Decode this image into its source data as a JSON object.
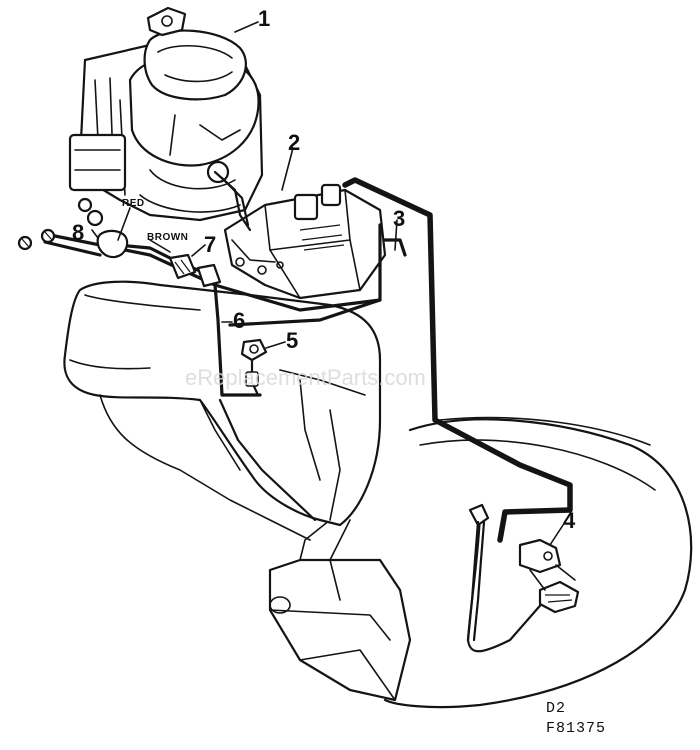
{
  "callouts": {
    "c1": "1",
    "c2": "2",
    "c3": "3",
    "c4": "4",
    "c5": "5",
    "c6": "6",
    "c7": "7",
    "c8": "8"
  },
  "wire_labels": {
    "red": "RED",
    "brown": "BROWN"
  },
  "watermark": "eReplacementParts.com",
  "code": {
    "line1": "D2",
    "line2": "F81375"
  },
  "colors": {
    "ink": "#141414",
    "paper": "#ffffff",
    "watermark": "#d8d8d8"
  }
}
